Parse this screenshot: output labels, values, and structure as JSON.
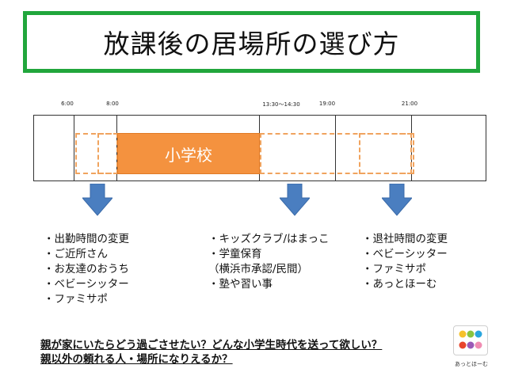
{
  "title": "放課後の居場所の選び方",
  "time_labels": [
    "6:00",
    "8:00",
    "13:30〜14:30",
    "19:00",
    "21:00"
  ],
  "school_label": "小学校",
  "lists": {
    "morning": [
      "・出勤時間の変更",
      "・ご近所さん",
      "・お友達のおうち",
      "・ベビーシッター",
      "・ファミサポ"
    ],
    "afterschool": [
      "・キッズクラブ/はまっこ",
      "・学童保育",
      "（横浜市承認/民間）",
      "・塾や習い事"
    ],
    "evening": [
      "・退社時間の変更",
      "・ベビーシッター",
      "・ファミサポ",
      "・あっとほーむ"
    ]
  },
  "questions": [
    "親が家にいたらどう過ごさせたい？どんな小学生時代を送って欲しい？",
    "親以外の頼れる人・場所になりえるか？"
  ],
  "logo": {
    "caption": "あっとほーむ",
    "dot_colors": [
      "#f6c12b",
      "#8ac440",
      "#2aa6de",
      "#e8452c",
      "#9b59b6",
      "#f08cb2"
    ]
  },
  "colors": {
    "title_border": "#21a63c",
    "school_fill": "#f4923f",
    "dashed": "#f0a35e",
    "arrow": "#4a7ec0"
  }
}
